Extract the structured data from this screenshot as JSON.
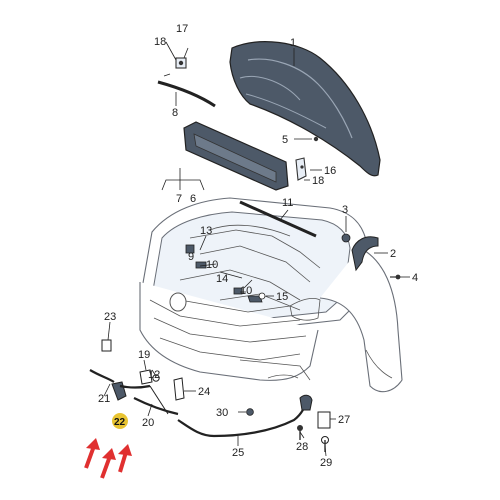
{
  "diagram": {
    "callouts": [
      {
        "id": "c1",
        "text": "1"
      },
      {
        "id": "c2",
        "text": "2"
      },
      {
        "id": "c3",
        "text": "3"
      },
      {
        "id": "c4",
        "text": "4"
      },
      {
        "id": "c5",
        "text": "5"
      },
      {
        "id": "c6",
        "text": "6"
      },
      {
        "id": "c7",
        "text": "7"
      },
      {
        "id": "c8",
        "text": "8"
      },
      {
        "id": "c9",
        "text": "9"
      },
      {
        "id": "c10a",
        "text": "10"
      },
      {
        "id": "c10b",
        "text": "10"
      },
      {
        "id": "c11",
        "text": "11"
      },
      {
        "id": "c12",
        "text": "12"
      },
      {
        "id": "c13",
        "text": "13"
      },
      {
        "id": "c14",
        "text": "14"
      },
      {
        "id": "c15",
        "text": "15"
      },
      {
        "id": "c16",
        "text": "16"
      },
      {
        "id": "c17",
        "text": "17"
      },
      {
        "id": "c18a",
        "text": "18"
      },
      {
        "id": "c18b",
        "text": "18"
      },
      {
        "id": "c19",
        "text": "19"
      },
      {
        "id": "c20",
        "text": "20"
      },
      {
        "id": "c21",
        "text": "21"
      },
      {
        "id": "c22",
        "text": "22"
      },
      {
        "id": "c23",
        "text": "23"
      },
      {
        "id": "c24",
        "text": "24"
      },
      {
        "id": "c25",
        "text": "25"
      },
      {
        "id": "c27",
        "text": "27"
      },
      {
        "id": "c28",
        "text": "28"
      },
      {
        "id": "c29",
        "text": "29"
      },
      {
        "id": "c30",
        "text": "30"
      }
    ],
    "highlight_color": "#e8c432",
    "arrow_color": "#e03030",
    "part_fill_color": "#e8eef6",
    "dark_part_color": "#4d5968"
  }
}
